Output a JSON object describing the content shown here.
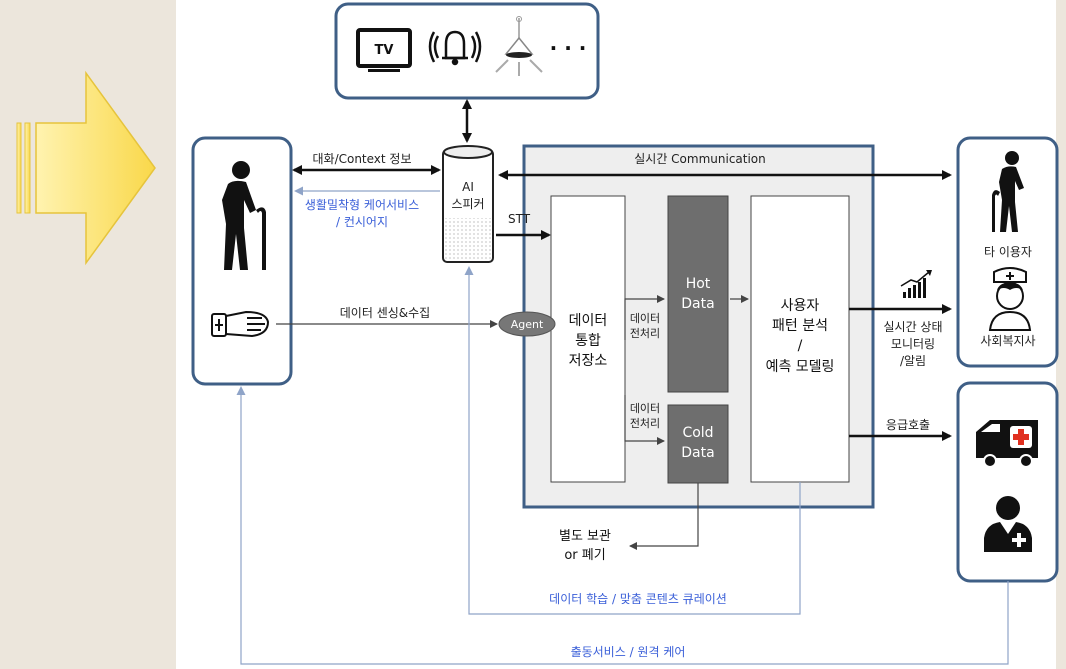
{
  "devices_ellipsis": "· · ·",
  "tv_label": "TV",
  "speaker": {
    "line1": "AI",
    "line2": "스피커"
  },
  "edges": {
    "dialog_context": "대화/Context 정보",
    "care_service_line1": "생활밀착형 케어서비스",
    "care_service_line2": "/ 컨시어지",
    "data_sensing": "데이터 센싱&수집",
    "stt": "STT",
    "realtime_comm": "실시간 Communication",
    "preproc_line1": "데이터",
    "preproc_line2": "전처리",
    "monitoring_line1": "실시간 상태",
    "monitoring_line2": "모니터링",
    "monitoring_line3": "/알림",
    "emergency": "응급호출",
    "learning_curation": "데이터 학습 / 맞춤 콘텐츠 큐레이션",
    "dispatch_remote": "출동서비스 / 원격 케어"
  },
  "agent": "Agent",
  "storage": {
    "line1": "데이터",
    "line2": "통합",
    "line3": "저장소"
  },
  "hot_data": {
    "line1": "Hot",
    "line2": "Data"
  },
  "cold_data": {
    "line1": "Cold",
    "line2": "Data"
  },
  "analysis": {
    "line1": "사용자",
    "line2": "패턴 분석",
    "line3": "/",
    "line4": "예측 모델링"
  },
  "archive": {
    "line1": "별도 보관",
    "line2": "or 폐기"
  },
  "other_user": "타 이용자",
  "social_worker": "사회복지사",
  "colors": {
    "page_bg": "#ece6dc",
    "panel_bg": "#ffffff",
    "frame": "#3f5f86",
    "dark_box": "#6e6e6e",
    "blue_text": "#3a5fd8",
    "arrow_yellow": "#f9d84a"
  }
}
